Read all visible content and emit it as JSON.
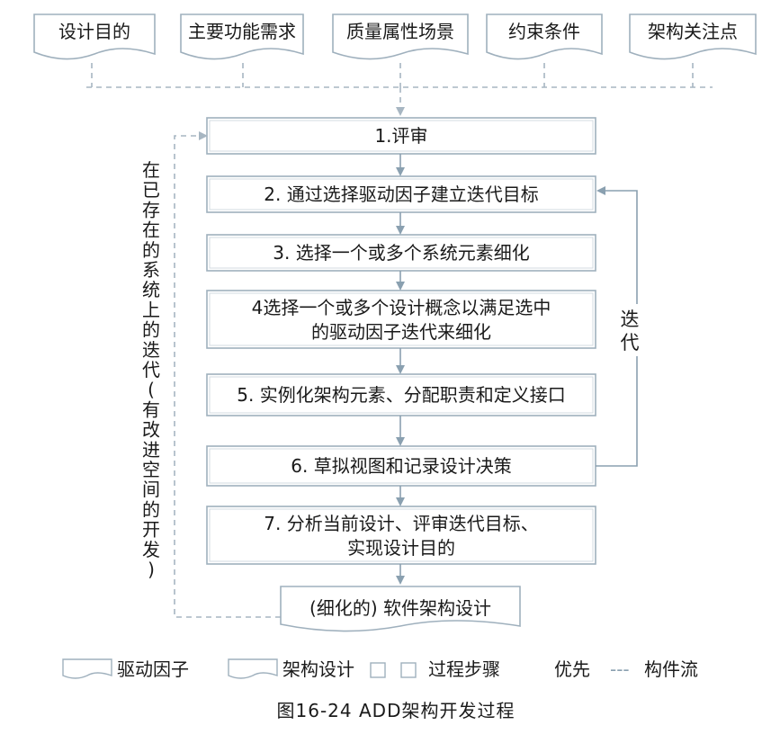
{
  "inputs": [
    {
      "label": "设计目的"
    },
    {
      "label": "主要功能需求"
    },
    {
      "label": "质量属性场景"
    },
    {
      "label": "约束条件"
    },
    {
      "label": "架构关注点"
    }
  ],
  "steps": [
    {
      "lines": [
        "1.评审"
      ]
    },
    {
      "lines": [
        "2. 通过选择驱动因子建立迭代目标"
      ]
    },
    {
      "lines": [
        "3. 选择一个或多个系统元素细化"
      ]
    },
    {
      "lines": [
        "4选择一个或多个设计概念以满足选中",
        "的驱动因子迭代来细化"
      ]
    },
    {
      "lines": [
        "5. 实例化架构元素、分配职责和定义接口"
      ]
    },
    {
      "lines": [
        "6. 草拟视图和记录设计决策"
      ]
    },
    {
      "lines": [
        "7. 分析当前设计、评审迭代目标、",
        "实现设计目的"
      ]
    }
  ],
  "output": {
    "label": "(细化的) 软件架构设计"
  },
  "left_label": [
    "在",
    "已",
    "存",
    "在",
    "的",
    "系",
    "统",
    "上",
    "的",
    "迭",
    "代",
    "(",
    "有",
    "改",
    "进",
    "空",
    "间",
    "的",
    "开",
    "发",
    ")"
  ],
  "right_label": [
    "迭",
    "代"
  ],
  "legend": {
    "driver": "驱动因子",
    "arch_design": "架构设计",
    "process_step": "过程步骤",
    "priority": "优先",
    "artifact_flow_line": "---",
    "artifact_flow": "构件流"
  },
  "caption": "图16-24 ADD架构开发过程",
  "colors": {
    "line": "#8aa0b0",
    "dashed": "#a7b6c2",
    "box": "#9fb0bd"
  }
}
